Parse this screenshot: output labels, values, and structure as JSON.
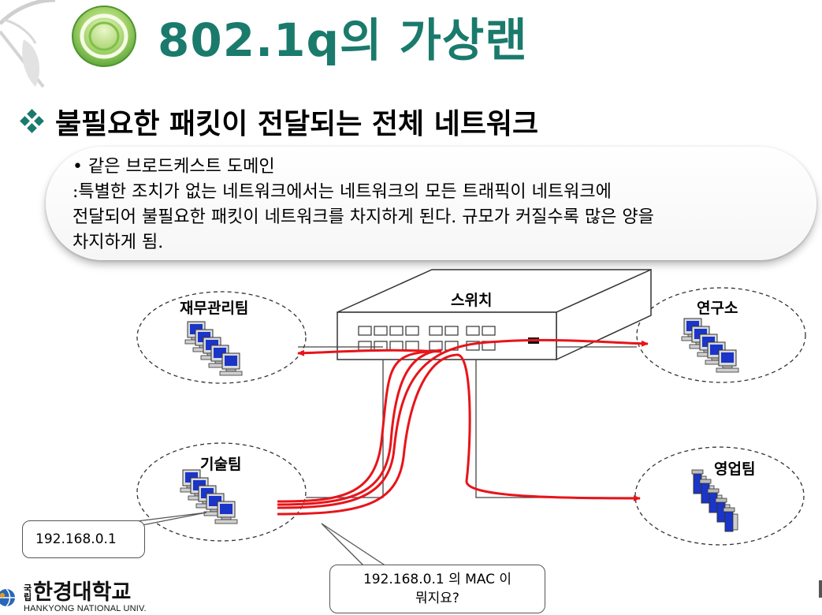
{
  "slide": {
    "title": "802.1q의 가상랜",
    "heading": "불필요한 패킷이 전달되는 전체 네트워크"
  },
  "callout": {
    "line1": "• 같은 브로드케스트 도메인",
    "line2": ":특별한 조치가 없는 네트워크에서는 네트워크의 모든 트래픽이 네트워크에",
    "line3": "전달되어 불필요한 패킷이 네트워크를 차지하게 된다. 규모가 커질수록 많은 양을",
    "line4": "차지하게 됨."
  },
  "diagram": {
    "switch_label": "스위치",
    "groups": {
      "finance": "재무관리팀",
      "research": "연구소",
      "tech": "기술팀",
      "sales": "영업팀"
    },
    "ip_label": "192.168.0.1",
    "question_line1": "192.168.0.1 의 MAC 이",
    "question_line2": "뭐지요?"
  },
  "university": {
    "prefix_top": "국",
    "prefix_bottom": "립",
    "name_ko": "한경대학교",
    "name_en": "HANKYONG NATIONAL UNIV."
  },
  "colors": {
    "title": "#1a7a6c",
    "arrow": "#e8141a",
    "monitor_screen": "#1a35c8"
  }
}
